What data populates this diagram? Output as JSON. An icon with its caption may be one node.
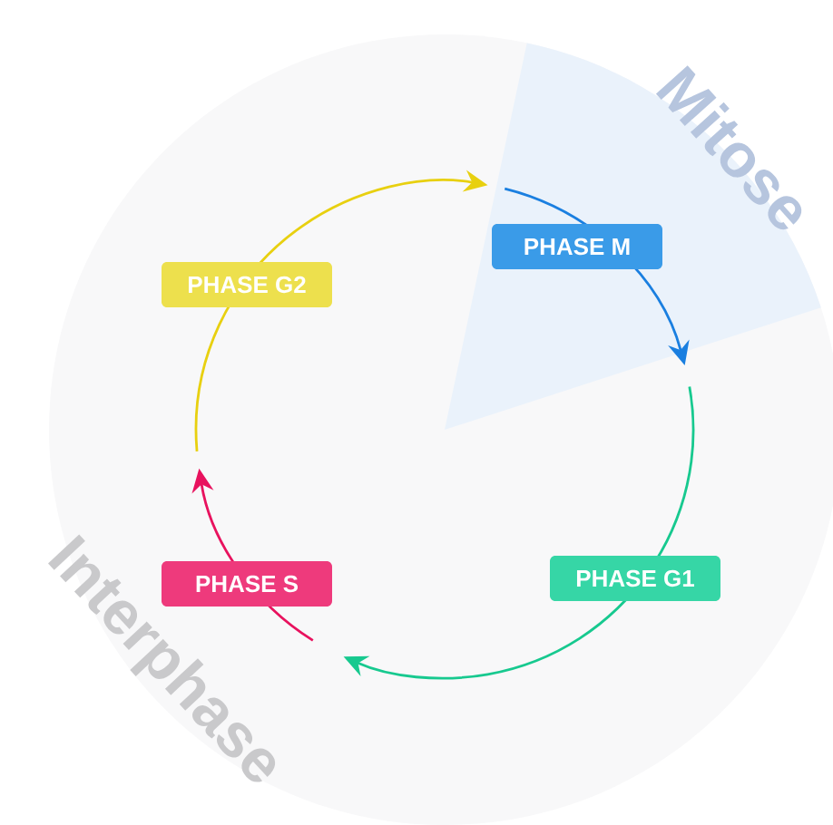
{
  "diagram": {
    "nodes": [
      {
        "text": [
          "PHASE M"
        ]
      },
      {
        "text": [
          "PHASE G2"
        ]
      },
      {
        "text": [
          "PHASE G1"
        ]
      },
      {
        "text": [
          "PHASE S"
        ]
      }
    ],
    "edges": [
      {
        "from": null,
        "to": 0,
        "arrow": "to",
        "color": "#e8d010"
      },
      {
        "from": 0,
        "to": null,
        "arrow": "to",
        "color": "#1a7fe0"
      },
      {
        "from": null,
        "to": 3,
        "arrow": "to",
        "color": "#17c98f"
      },
      {
        "from": 3,
        "to": null,
        "arrow": "to",
        "color": "#e8125e"
      }
    ],
    "labels": [
      "Mitose",
      "Interphase"
    ]
  }
}
